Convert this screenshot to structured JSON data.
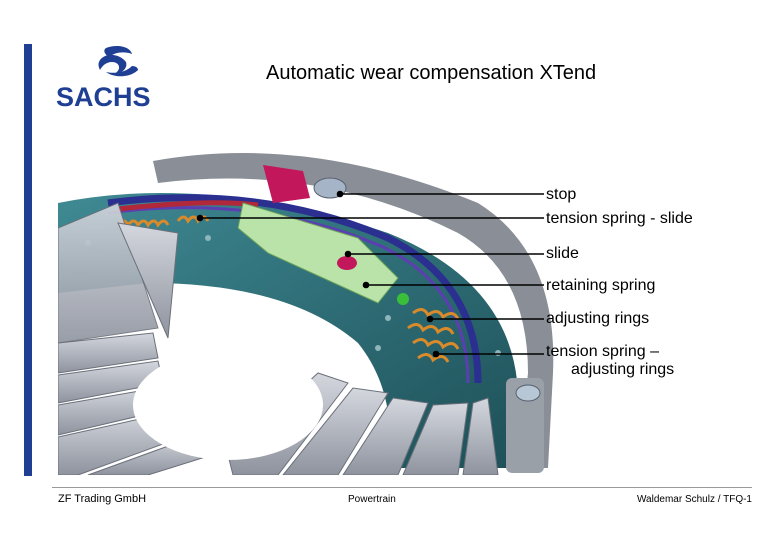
{
  "brand": {
    "logo_text": "SACHS",
    "color": "#1f3f94"
  },
  "title": "Automatic wear compensation XTend",
  "callouts": [
    {
      "id": "stop",
      "label": "stop"
    },
    {
      "id": "tension-slide",
      "label": "tension spring - slide"
    },
    {
      "id": "slide",
      "label": "slide"
    },
    {
      "id": "retaining",
      "label": "retaining spring"
    },
    {
      "id": "adjusting",
      "label": "adjusting rings"
    },
    {
      "id": "tension-rings",
      "label_line1": "tension spring –",
      "label_line2": "adjusting rings"
    }
  ],
  "footer": {
    "left": "ZF Trading GmbH",
    "center": "Powertrain",
    "right": "Waldemar Schulz / TFQ-1"
  },
  "colors": {
    "housing": "#2e6f78",
    "diaphragm": "#b7bbc4",
    "slide": "#b9e3a8",
    "spring": "#d98a2b",
    "stop": "#c2185b"
  }
}
